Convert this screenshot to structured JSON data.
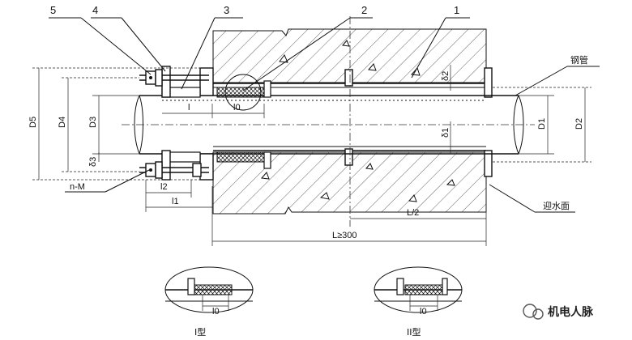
{
  "parts": [
    "5",
    "4",
    "3",
    "2",
    "1"
  ],
  "labels": {
    "steel_pipe": "钢管",
    "water_face": "迎水面",
    "bolt": "n-M"
  },
  "dims": {
    "D5": "D5",
    "D4": "D4",
    "D3": "D3",
    "D1": "D1",
    "D2": "D2",
    "d1": "δ1",
    "d2": "δ2",
    "d3": "δ3",
    "l": "l",
    "l0": "l0",
    "l1": "l1",
    "l2": "l2",
    "L": "L≥300",
    "Lhalf": "L/2",
    "detail_l0_a": "l0",
    "detail_l0_b": "l0"
  },
  "details": [
    "I型",
    "II型"
  ],
  "watermark": "机电人脉"
}
